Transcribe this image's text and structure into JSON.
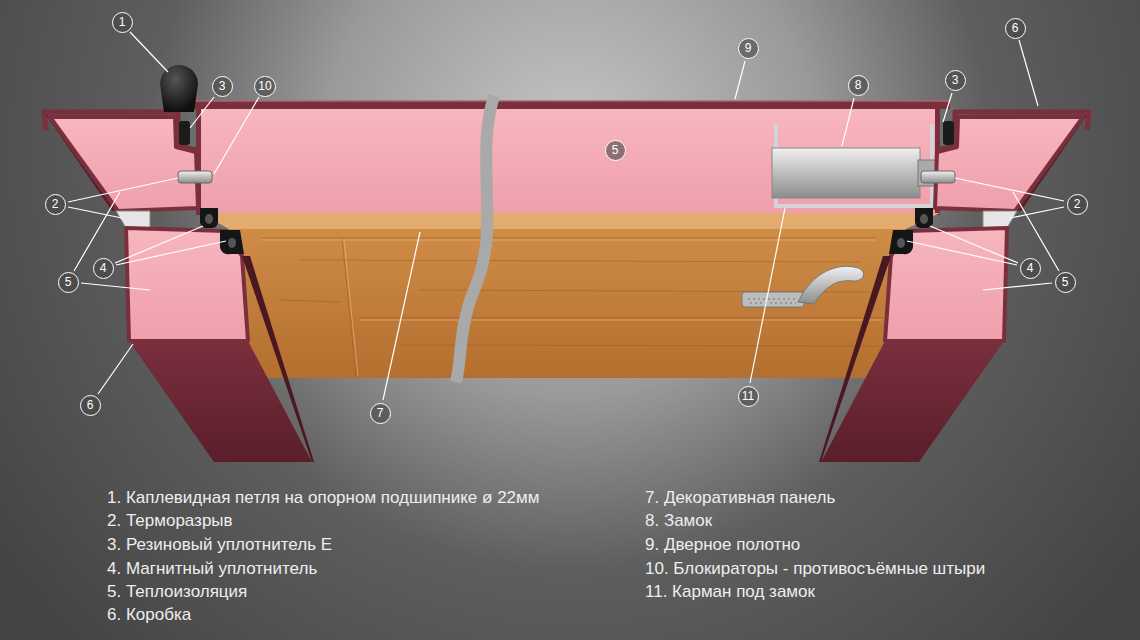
{
  "diagram": {
    "labels": [
      "1",
      "3",
      "10",
      "5",
      "9",
      "6",
      "8",
      "3",
      "2",
      "2",
      "4",
      "4",
      "5",
      "5",
      "6",
      "7",
      "11",
      "1. Каплевидная петля на опорном подшипнике ø 22мм",
      "2. Терморазрыв",
      "3. Резиновый уплотнитель Е",
      "4. Магнитный уплотнитель",
      "5. Теплоизоляция",
      "6. Коробка",
      "7. Декоративная панель",
      "8. Замок",
      "9. Дверное полотно",
      "10. Блокираторы - противосъёмные штыри",
      "11. Карман под замок"
    ]
  }
}
